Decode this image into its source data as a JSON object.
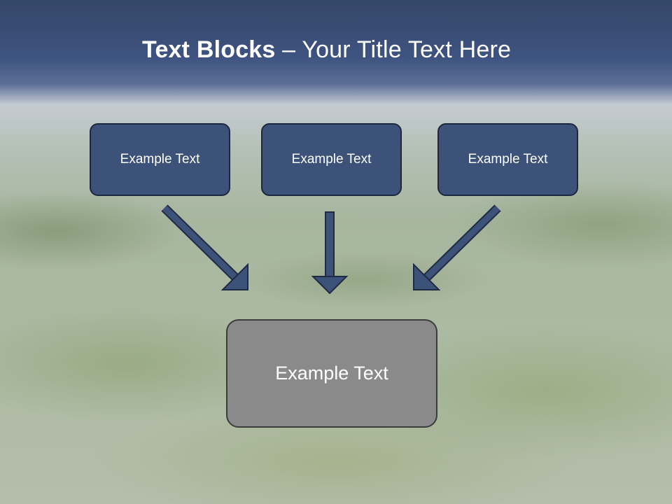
{
  "title": {
    "bold": "Text Blocks",
    "rest": " – Your Title Text Here"
  },
  "blocks": [
    {
      "label": "Example Text"
    },
    {
      "label": "Example Text"
    },
    {
      "label": "Example Text"
    }
  ],
  "result": {
    "label": "Example Text"
  },
  "colors": {
    "title_bar": "#3e5380",
    "block_fill": "#3d5278",
    "block_border": "#1d2740",
    "result_fill": "#8a8a8a",
    "arrow_fill": "#3d5278"
  }
}
